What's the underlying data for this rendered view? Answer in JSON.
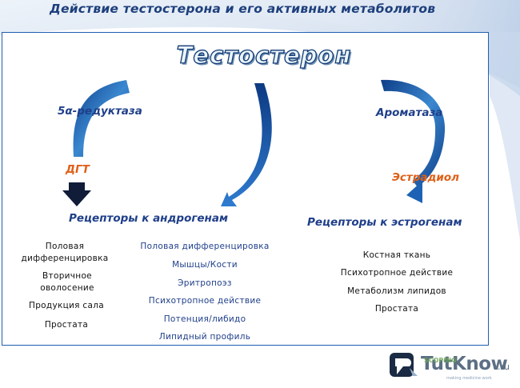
{
  "slide_title": "Действие тестостерона и его активных метаболитов",
  "main_title": "Тестостерон",
  "left_branch": {
    "enzyme": "5α-редуктаза",
    "metabolite": "ДГТ"
  },
  "right_branch": {
    "enzyme": "Ароматаза",
    "metabolite": "Эстрадиол"
  },
  "androgen_receptors": {
    "label": "Рецепторы к андрогенам",
    "dht_effects": [
      "Половая дифференцировка",
      "Вторичное оволосение",
      "Продукция сала",
      "Простата"
    ],
    "testosterone_effects": [
      "Половая дифференцировка",
      "Мышцы/Кости",
      "Эритропоэз",
      "Психотропное действие",
      "Потенция/либидо",
      "Липидный профиль"
    ]
  },
  "estrogen_receptors": {
    "label": "Рецепторы к эстрогенам",
    "effects": [
      "Костная ткань",
      "Психотропное действие",
      "Метаболизм липидов",
      "Простата"
    ]
  },
  "watermark": {
    "brand": "TutKnow",
    "tld": ".ru",
    "overlay": "SCOPING",
    "slogan": "making medicine work"
  },
  "colors": {
    "frame": "#1e5fb0",
    "arrow_blue": "#1e62b5",
    "enzyme_text": "#1f3f8a",
    "metabolite_text": "#e06018"
  },
  "icons": [
    "curved-arrow-icon",
    "down-arrow-icon",
    "logo-mark-icon"
  ]
}
